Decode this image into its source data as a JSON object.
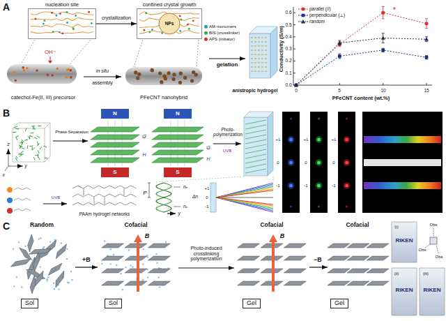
{
  "diagram": {
    "nodes": [
      {
        "text": [
          "nucleation site"
        ]
      },
      {
        "text": [
          "confined crystal growth"
        ]
      },
      {
        "text": [
          "NPs"
        ],
        "in": 1
      },
      {
        "text": [
          "Sol"
        ]
      },
      {
        "text": [
          "Sol"
        ]
      },
      {
        "text": [
          "Gel"
        ]
      },
      {
        "text": [
          "Gel"
        ]
      }
    ],
    "edges": [
      {
        "from": 0,
        "to": 1,
        "label": "crystallization",
        "arrow": "to"
      }
    ],
    "labels": [
      "A",
      "OH⁻",
      "in situ",
      "assembly",
      "catechol-Fe(II, III) precursor",
      "PFeCNT nanohybrid",
      "gelation",
      "anistropic hydrogel",
      "0.0",
      "0.1",
      "0.2",
      "0.3",
      "0.4",
      "0.5",
      "0.6",
      "0",
      "5",
      "10",
      "15",
      "PFeCNT content (wt.%)",
      "Conductivity (S/m)",
      "*",
      "B",
      "z",
      "y",
      "x",
      "Phase Separation",
      "N",
      "S",
      "G",
      "H",
      "N",
      "S",
      "G",
      "H",
      "Photo-polymerization",
      "UVB",
      "UVB",
      "PAAm hydrogel networks",
      "P",
      "nₑ",
      "nₒ",
      "Δn",
      "y",
      "+1",
      "0",
      "-1",
      "+1",
      "0",
      "-1",
      "+1",
      "0",
      "-1",
      "+1",
      "0",
      "-1",
      "C",
      "Random",
      "Cofacial",
      "Cofacial",
      "Cofacial",
      "+B",
      "B",
      "Photo-induced crosslinking polymerization",
      "B",
      "−B",
      "(i)",
      "RIKEN",
      "(ii)",
      "RIKEN",
      "(iii)",
      "RIKEN",
      "Obs",
      "Obs",
      "Obs"
    ],
    "legend": [
      {
        "text": "AM monomers",
        "color": "#2a9bb8"
      },
      {
        "text": "BIS (crosslinker)",
        "color": "#3aa845"
      },
      {
        "text": "APS (initiator)",
        "color": "#d9302a"
      },
      {
        "text": "parallel (//)"
      },
      {
        "text": "perpendicular (⊥)"
      },
      {
        "text": "random"
      }
    ]
  }
}
